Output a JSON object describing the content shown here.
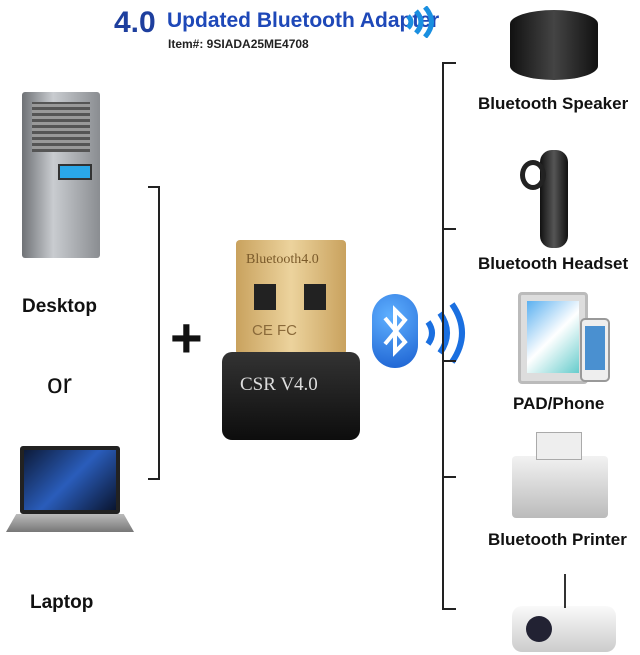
{
  "header": {
    "version": "4.0",
    "title": "Updated Bluetooth Adapter",
    "item": "Item#: 9SIADA25ME4708"
  },
  "left": {
    "desktop": "Desktop",
    "or": "or",
    "laptop": "Laptop"
  },
  "adapter": {
    "top_text": "Bluetooth4.0",
    "marks": "CE FC",
    "bottom_text": "CSR V4.0"
  },
  "plus": "+",
  "devices": [
    {
      "label": "Bluetooth Speaker"
    },
    {
      "label": "Bluetooth Headset"
    },
    {
      "label": "PAD/Phone"
    },
    {
      "label": "Bluetooth Printer"
    },
    {
      "label": ""
    }
  ],
  "colors": {
    "brand_blue": "#1e48b8",
    "bt_blue": "#1a6fe0",
    "adapter_gold": "#d8b978"
  }
}
